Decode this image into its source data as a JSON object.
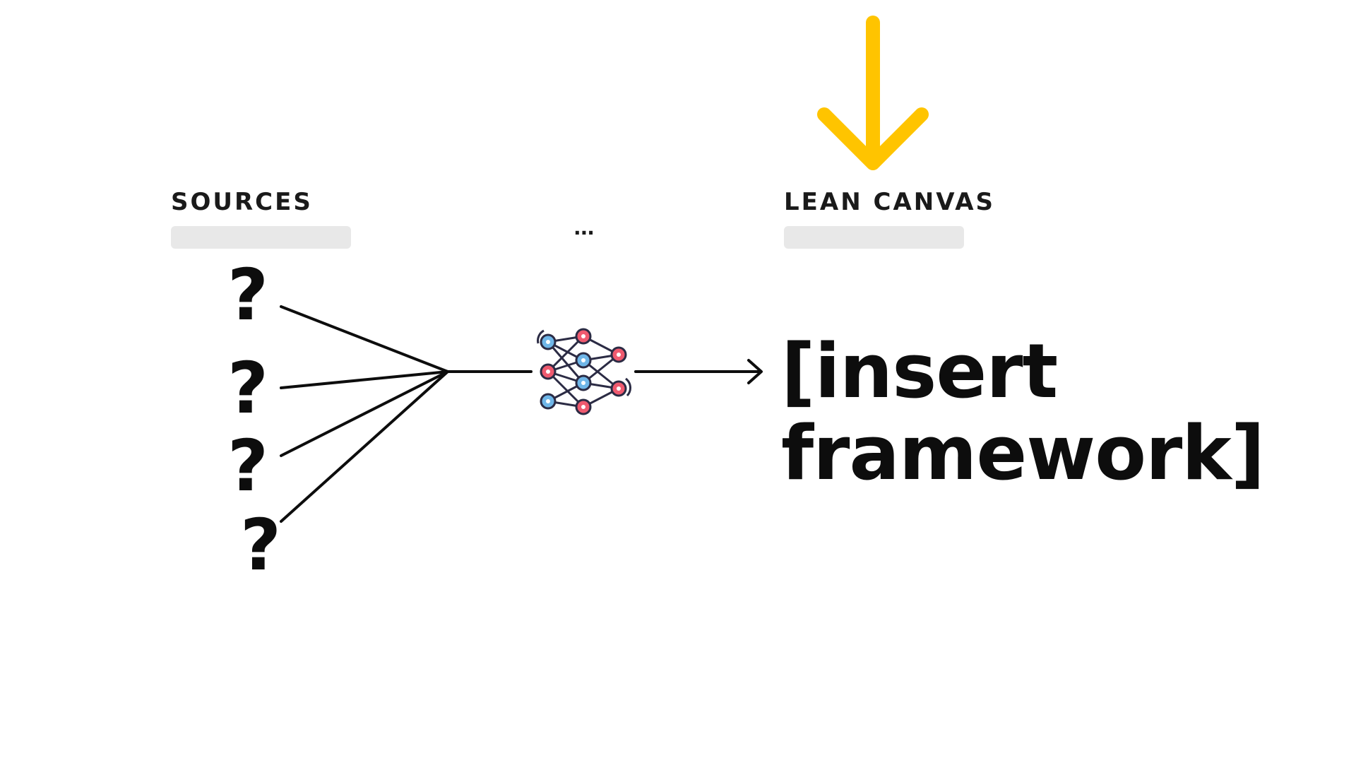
{
  "labels": {
    "sources": "SOURCES",
    "lean_canvas": "LEAN CANVAS",
    "ellipsis": "...",
    "question_mark": "?"
  },
  "output": {
    "line1": "[insert",
    "line2": "framework]"
  },
  "icons": {
    "highlight_arrow": "arrow-down-icon",
    "model": "neural-network-icon",
    "flow_arrow": "arrow-right-icon"
  },
  "colors": {
    "highlight": "#FFC400",
    "node_red": "#EF5A6F",
    "node_blue": "#6FB6E8",
    "stroke": "#2B2B44",
    "placeholder": "#E8E8E8"
  }
}
